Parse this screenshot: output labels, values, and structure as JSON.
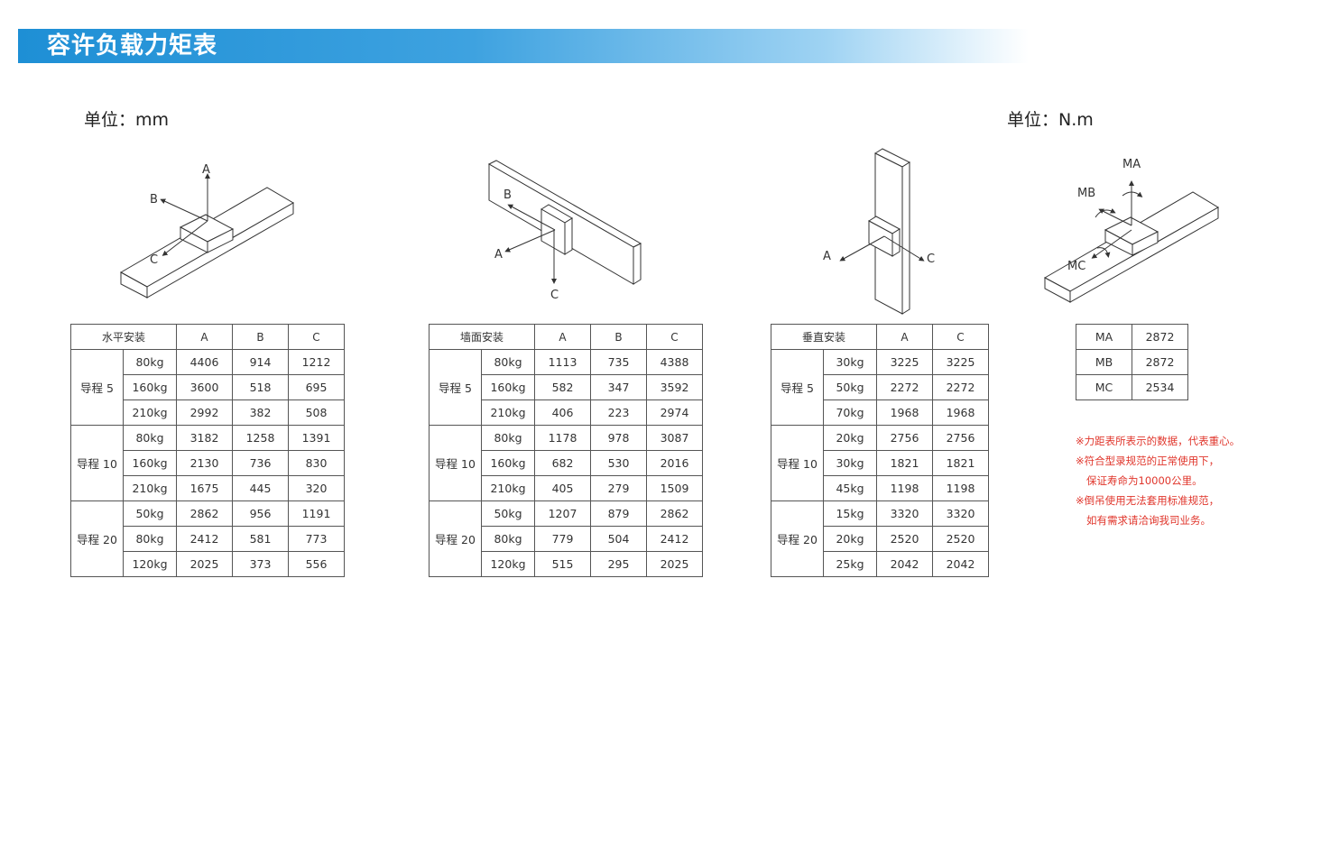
{
  "header": {
    "title": "容许负载力矩表"
  },
  "units": {
    "left": "单位：mm",
    "right": "单位：N.m"
  },
  "diagrams": {
    "horizontal": {
      "A": "A",
      "B": "B",
      "C": "C"
    },
    "wall": {
      "A": "A",
      "B": "B",
      "C": "C"
    },
    "vertical": {
      "A": "A",
      "C": "C"
    },
    "moment": {
      "MA": "MA",
      "MB": "MB",
      "MC": "MC"
    }
  },
  "tables": {
    "horizontal": {
      "title": "水平安装",
      "cols": [
        "A",
        "B",
        "C"
      ],
      "groups": [
        {
          "lead": "导程 5",
          "rows": [
            {
              "load": "80kg",
              "vals": [
                "4406",
                "914",
                "1212"
              ]
            },
            {
              "load": "160kg",
              "vals": [
                "3600",
                "518",
                "695"
              ]
            },
            {
              "load": "210kg",
              "vals": [
                "2992",
                "382",
                "508"
              ]
            }
          ]
        },
        {
          "lead": "导程 10",
          "rows": [
            {
              "load": "80kg",
              "vals": [
                "3182",
                "1258",
                "1391"
              ]
            },
            {
              "load": "160kg",
              "vals": [
                "2130",
                "736",
                "830"
              ]
            },
            {
              "load": "210kg",
              "vals": [
                "1675",
                "445",
                "320"
              ]
            }
          ]
        },
        {
          "lead": "导程 20",
          "rows": [
            {
              "load": "50kg",
              "vals": [
                "2862",
                "956",
                "1191"
              ]
            },
            {
              "load": "80kg",
              "vals": [
                "2412",
                "581",
                "773"
              ]
            },
            {
              "load": "120kg",
              "vals": [
                "2025",
                "373",
                "556"
              ]
            }
          ]
        }
      ]
    },
    "wall": {
      "title": "墙面安装",
      "cols": [
        "A",
        "B",
        "C"
      ],
      "groups": [
        {
          "lead": "导程 5",
          "rows": [
            {
              "load": "80kg",
              "vals": [
                "1113",
                "735",
                "4388"
              ]
            },
            {
              "load": "160kg",
              "vals": [
                "582",
                "347",
                "3592"
              ]
            },
            {
              "load": "210kg",
              "vals": [
                "406",
                "223",
                "2974"
              ]
            }
          ]
        },
        {
          "lead": "导程 10",
          "rows": [
            {
              "load": "80kg",
              "vals": [
                "1178",
                "978",
                "3087"
              ]
            },
            {
              "load": "160kg",
              "vals": [
                "682",
                "530",
                "2016"
              ]
            },
            {
              "load": "210kg",
              "vals": [
                "405",
                "279",
                "1509"
              ]
            }
          ]
        },
        {
          "lead": "导程 20",
          "rows": [
            {
              "load": "50kg",
              "vals": [
                "1207",
                "879",
                "2862"
              ]
            },
            {
              "load": "80kg",
              "vals": [
                "779",
                "504",
                "2412"
              ]
            },
            {
              "load": "120kg",
              "vals": [
                "515",
                "295",
                "2025"
              ]
            }
          ]
        }
      ]
    },
    "vertical": {
      "title": "垂直安装",
      "cols": [
        "A",
        "C"
      ],
      "groups": [
        {
          "lead": "导程 5",
          "rows": [
            {
              "load": "30kg",
              "vals": [
                "3225",
                "3225"
              ]
            },
            {
              "load": "50kg",
              "vals": [
                "2272",
                "2272"
              ]
            },
            {
              "load": "70kg",
              "vals": [
                "1968",
                "1968"
              ]
            }
          ]
        },
        {
          "lead": "导程 10",
          "rows": [
            {
              "load": "20kg",
              "vals": [
                "2756",
                "2756"
              ]
            },
            {
              "load": "30kg",
              "vals": [
                "1821",
                "1821"
              ]
            },
            {
              "load": "45kg",
              "vals": [
                "1198",
                "1198"
              ]
            }
          ]
        },
        {
          "lead": "导程 20",
          "rows": [
            {
              "load": "15kg",
              "vals": [
                "3320",
                "3320"
              ]
            },
            {
              "load": "20kg",
              "vals": [
                "2520",
                "2520"
              ]
            },
            {
              "load": "25kg",
              "vals": [
                "2042",
                "2042"
              ]
            }
          ]
        }
      ]
    },
    "moment": {
      "rows": [
        {
          "name": "MA",
          "val": "2872"
        },
        {
          "name": "MB",
          "val": "2872"
        },
        {
          "name": "MC",
          "val": "2534"
        }
      ]
    }
  },
  "notes": [
    "※力距表所表示的数据，代表重心。",
    "※符合型录规范的正常使用下，",
    "保证寿命为10000公里。",
    "※倒吊使用无法套用标准规范，",
    "如有需求请洽询我司业务。"
  ]
}
